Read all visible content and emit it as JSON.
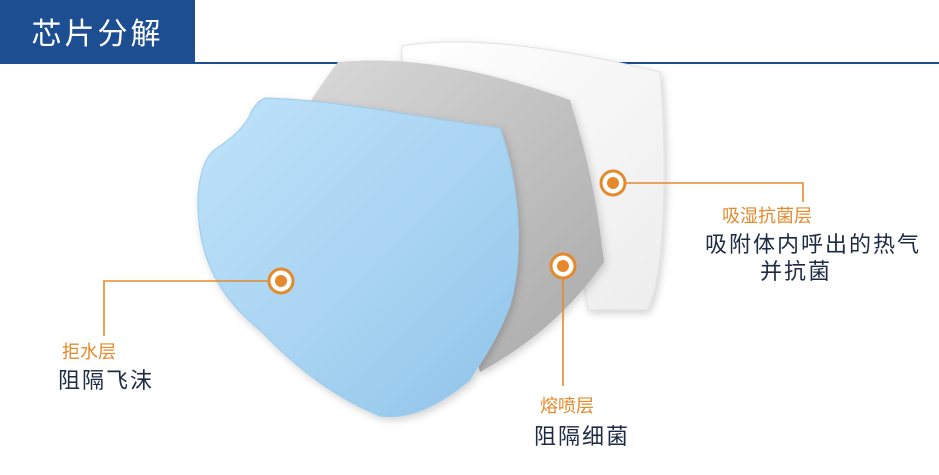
{
  "header": {
    "title": "芯片分解"
  },
  "colors": {
    "header_bg": "#1e4e92",
    "accent_orange": "#e58a2c",
    "water_repellent_layer": "#a9d4f2",
    "meltblown_layer": "#c9c9c9",
    "absorbent_layer": "#f7f7f7",
    "text_dark": "#1d2a44"
  },
  "layers": [
    {
      "id": "water-repellent",
      "name": "拒水层",
      "description": [
        "阻隔飞沫"
      ],
      "marker_icon": "target-circle-icon"
    },
    {
      "id": "meltblown",
      "name": "熔喷层",
      "description": [
        "阻隔细菌"
      ],
      "marker_icon": "target-circle-icon"
    },
    {
      "id": "absorbent-antibacterial",
      "name": "吸湿抗菌层",
      "description": [
        "吸附体内呼出的热气",
        "并抗菌"
      ],
      "marker_icon": "target-circle-icon"
    }
  ]
}
